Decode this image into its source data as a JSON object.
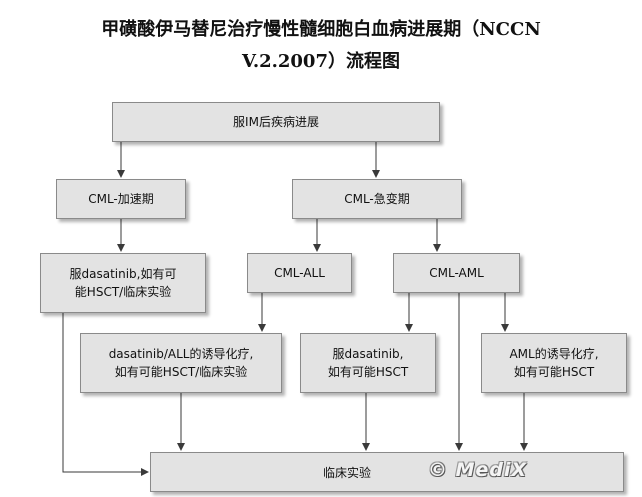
{
  "title": {
    "line1": "甲磺酸伊马替尼治疗慢性髓细胞白血病进展期（NCCN",
    "line2": "V.2.2007）流程图"
  },
  "nodes": {
    "start": "服IM后疾病进展",
    "accelerated": "CML-加速期",
    "blast": "CML-急变期",
    "dasatinib_accel": "服dasatinib,如有可\n能HSCT/临床实验",
    "all": "CML-ALL",
    "aml": "CML-AML",
    "dasatinib_all": "dasatinib/ALL的诱导化疗,\n如有可能HSCT/临床实验",
    "dasatinib_aml": "服dasatinib,\n如有可能HSCT",
    "aml_induction": "AML的诱导化疗,\n如有可能HSCT",
    "clinical_trial": "临床实验"
  },
  "watermark": "© MediX"
}
